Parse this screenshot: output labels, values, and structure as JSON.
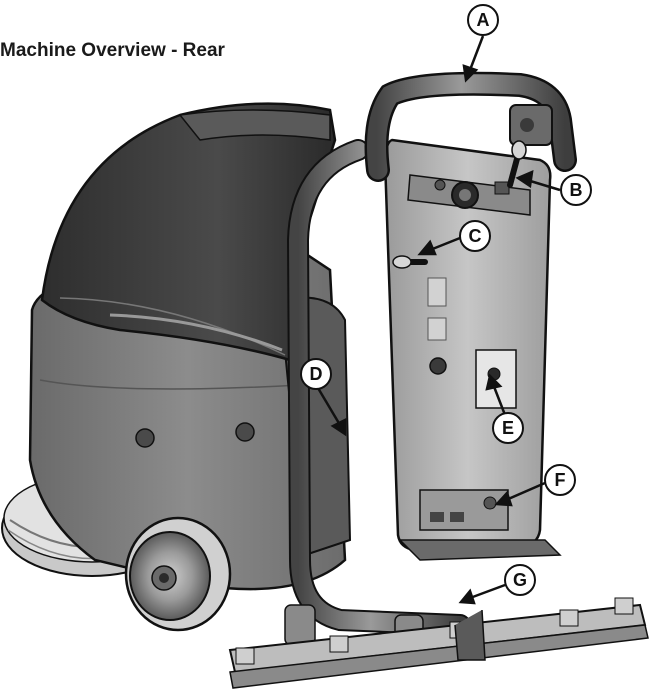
{
  "title": "Machine Overview - Rear",
  "callouts": [
    {
      "id": "A",
      "label": "A"
    },
    {
      "id": "B",
      "label": "B"
    },
    {
      "id": "C",
      "label": "C"
    },
    {
      "id": "D",
      "label": "D"
    },
    {
      "id": "E",
      "label": "E"
    },
    {
      "id": "F",
      "label": "F"
    },
    {
      "id": "G",
      "label": "G"
    }
  ],
  "colors": {
    "body_dark": "#3c3c3c",
    "body_mid": "#7a7a7a",
    "body_light": "#a9a9a9",
    "panel": "#b4b4b4",
    "outline": "#111111"
  }
}
